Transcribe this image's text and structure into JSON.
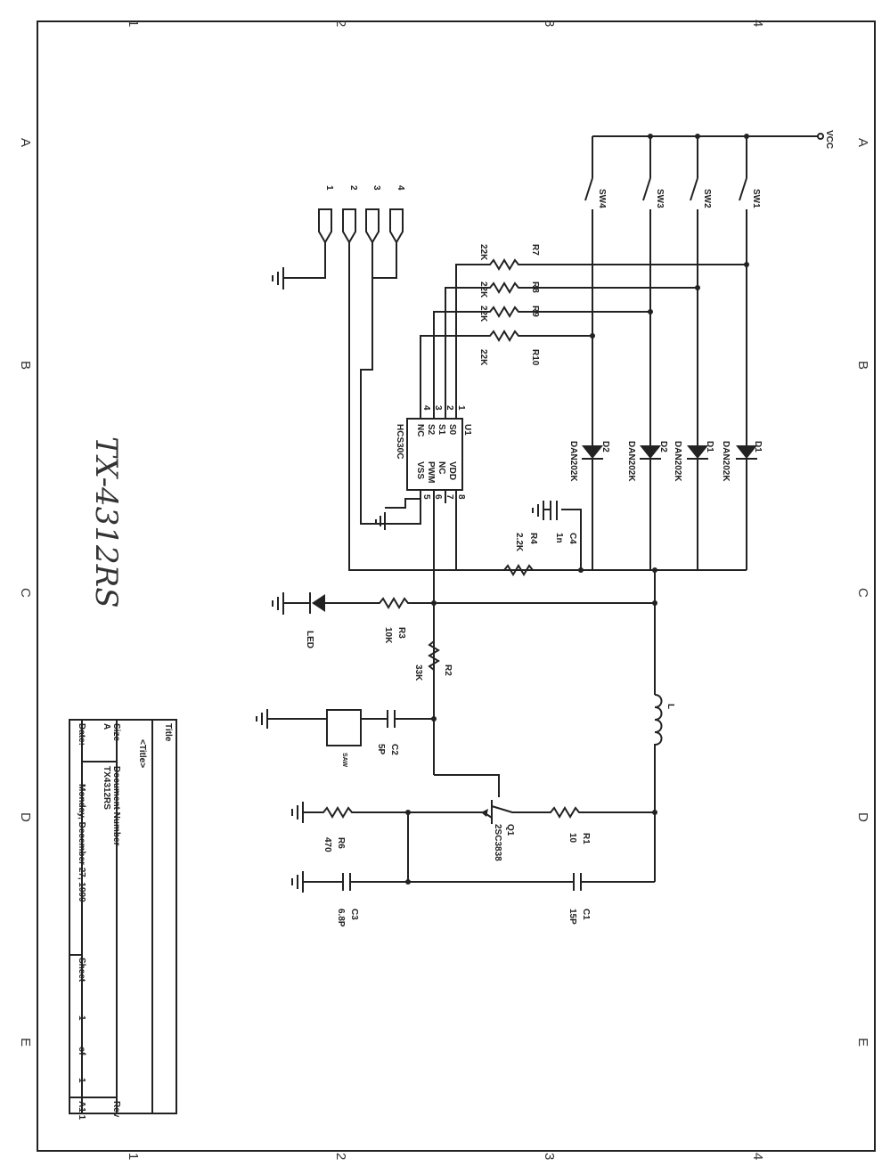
{
  "zones": {
    "cols": [
      "1",
      "2",
      "3",
      "4"
    ],
    "rows": [
      "A",
      "B",
      "C",
      "D",
      "E"
    ]
  },
  "handwritten": "TX-4312RS",
  "vcc": "VCC",
  "switches": [
    "SW1",
    "SW2",
    "SW3",
    "SW4"
  ],
  "resistors": {
    "r7": {
      "ref": "R7",
      "val": "22K"
    },
    "r8": {
      "ref": "R8",
      "val": "22K"
    },
    "r9": {
      "ref": "R9",
      "val": "22K"
    },
    "r10": {
      "ref": "R10",
      "val": "22K"
    },
    "r4": {
      "ref": "R4",
      "val": "2.2K"
    },
    "r3": {
      "ref": "R3",
      "val": "10K"
    },
    "r2": {
      "ref": "R2",
      "val": "33K"
    },
    "r1": {
      "ref": "R1",
      "val": "10"
    },
    "r6": {
      "ref": "R6",
      "val": "470"
    }
  },
  "diodes": [
    {
      "ref": "D1",
      "part": "DAN202K"
    },
    {
      "ref": "D1",
      "part": "DAN202K"
    },
    {
      "ref": "D2",
      "part": "DAN202K"
    },
    {
      "ref": "D2",
      "part": "DAN202K"
    }
  ],
  "connector_pins": [
    "1",
    "2",
    "3",
    "4"
  ],
  "u1": {
    "ref": "U1",
    "part": "HCS30C",
    "left": [
      "S0",
      "S1",
      "S2",
      "NC"
    ],
    "right": [
      "VDD",
      "NC",
      "PWM",
      "VSS"
    ],
    "pins_left": [
      "1",
      "2",
      "3",
      "4"
    ],
    "pins_right": [
      "8",
      "7",
      "6",
      "5"
    ]
  },
  "caps": {
    "c4": {
      "ref": "C4",
      "val": "1n"
    },
    "c2": {
      "ref": "C2",
      "val": "5P"
    },
    "c1": {
      "ref": "C1",
      "val": "15P"
    },
    "c3": {
      "ref": "C3",
      "val": "6.8P"
    }
  },
  "led": "LED",
  "inductor": "L",
  "saw": "SAW",
  "q1": {
    "ref": "Q1",
    "part": "2SC3838"
  },
  "title_block": {
    "title_label": "Title",
    "title": "<Title>",
    "size_label": "Size",
    "size": "A",
    "docnum_label": "Document Number",
    "docnum": "TX4312RS",
    "rev_label": "Rev",
    "rev": "A1.1",
    "date_label": "Date:",
    "date": "Monday, December 27, 1999",
    "sheet_label": "Sheet",
    "sheet": "1",
    "of_label": "of",
    "sheets": "1"
  }
}
